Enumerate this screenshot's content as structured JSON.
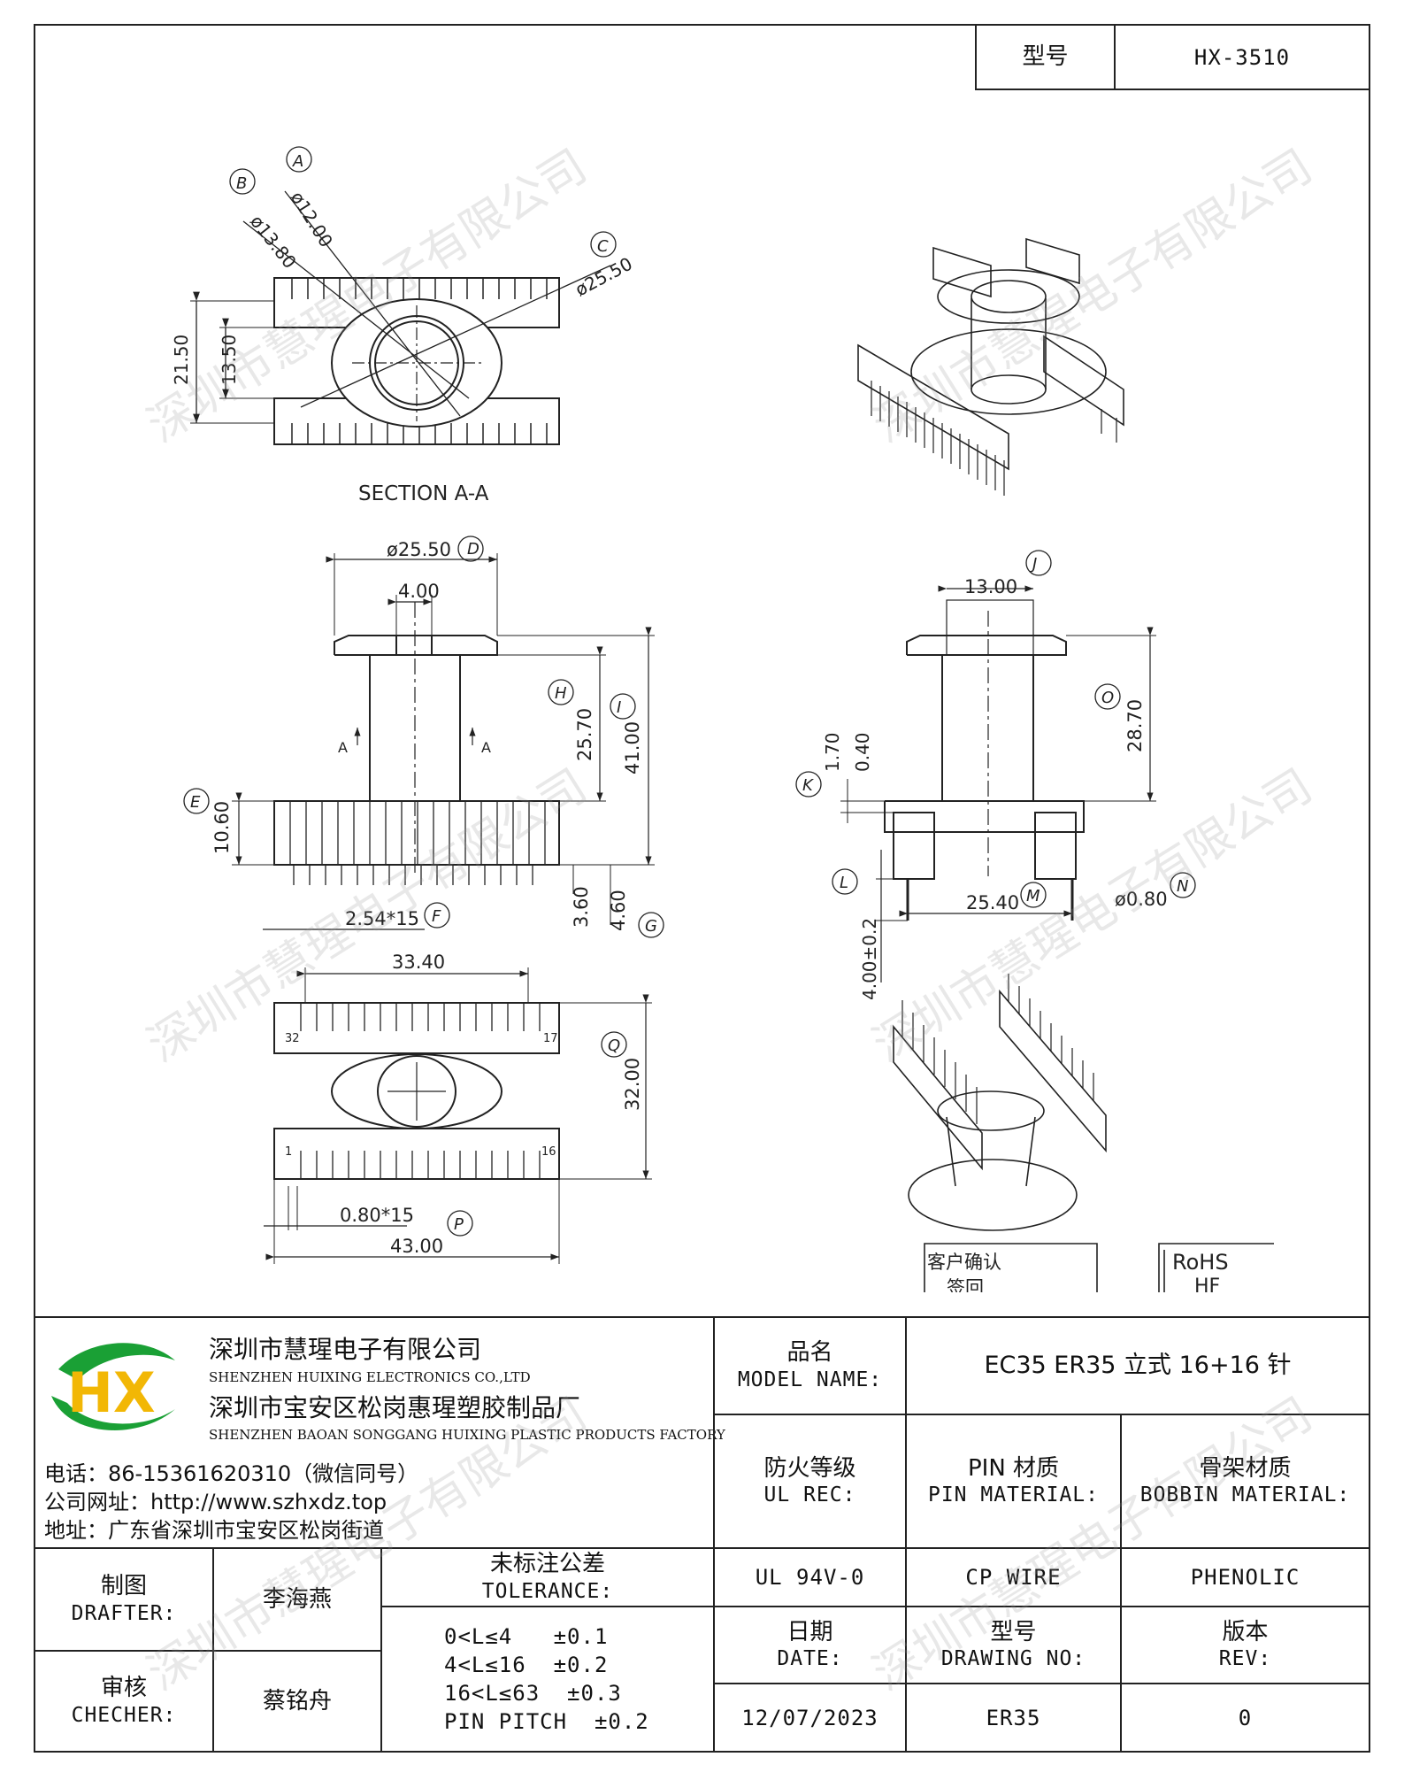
{
  "model_box": {
    "label": "型号",
    "value": "HX-3510"
  },
  "drawing": {
    "section_label": "SECTION A-A",
    "dims": {
      "A": "A",
      "B": "B",
      "C": "C",
      "D": "D",
      "E": "E",
      "F": "F",
      "G": "G",
      "H": "H",
      "I": "I",
      "J": "J",
      "K": "K",
      "L": "L",
      "M": "M",
      "N": "N",
      "O": "O",
      "P": "P",
      "Q": "Q",
      "d12": "ø12.00",
      "d1380": "ø13.80",
      "d2550": "ø25.50",
      "h2150": "21.50",
      "h1350": "13.50",
      "top_d2550": "ø25.50",
      "w400": "4.00",
      "h2570": "25.70",
      "h4100": "41.00",
      "h1060": "10.60",
      "h360": "3.60",
      "h460": "4.60",
      "pitch": "2.54*15",
      "arrowA": "A",
      "w1300": "13.00",
      "h2870": "28.70",
      "h170": "1.70",
      "h040": "0.40",
      "w2540": "25.40",
      "d080": "ø0.80",
      "h400": "4.00±0.2",
      "w3340": "33.40",
      "h3200": "32.00",
      "w080x15": "0.80*15",
      "w4300": "43.00",
      "pin32": "32",
      "pin17": "17",
      "pin1": "1",
      "pin16": "16"
    },
    "customer_confirm": "客户确认",
    "customer_sign": "签回",
    "rohs": "RoHS",
    "hf": "HF"
  },
  "company": {
    "logo_text": "HX",
    "name_cn": "深圳市慧瑆电子有限公司",
    "name_en": "SHENZHEN HUIXING ELECTRONICS CO.,LTD",
    "factory_cn": "深圳市宝安区松岗惠瑆塑胶制品厂",
    "factory_en": "SHENZHEN BAOAN SONGGANG HUIXING PLASTIC PRODUCTS FACTORY",
    "phone": "电话：86-15361620310（微信同号）",
    "website": "公司网址：http://www.szhxdz.top",
    "address": "地址：广东省深圳市宝安区松岗街道"
  },
  "table": {
    "model_name_cn": "品名",
    "model_name_en": "MODEL NAME:",
    "model_name_value": "EC35 ER35 立式 16+16 针",
    "fire_cn": "防火等级",
    "fire_en": "UL REC:",
    "pin_cn": "PIN 材质",
    "pin_en": "PIN MATERIAL:",
    "bobbin_cn": "骨架材质",
    "bobbin_en": "BOBBIN MATERIAL:",
    "fire_value": "UL 94V-0",
    "pin_value": "CP WIRE",
    "bobbin_value": "PHENOLIC",
    "drafter_cn": "制图",
    "drafter_en": "DRAFTER:",
    "drafter_name": "李海燕",
    "checker_cn": "审核",
    "checker_en": "CHECHER:",
    "checker_name": "蔡铭舟",
    "tolerance_cn": "未标注公差",
    "tolerance_en": "TOLERANCE:",
    "tolerance_lines": [
      "0<L≤4   ±0.1",
      "4<L≤16  ±0.2",
      "16<L≤63  ±0.3",
      "PIN PITCH  ±0.2"
    ],
    "date_cn": "日期",
    "date_en": "DATE:",
    "date_value": "12/07/2023",
    "drawing_no_cn": "型号",
    "drawing_no_en": "DRAWING NO:",
    "drawing_no_value": "ER35",
    "rev_cn": "版本",
    "rev_en": "REV:",
    "rev_value": "0"
  },
  "watermark": "深圳市慧瑆电子有限公司"
}
